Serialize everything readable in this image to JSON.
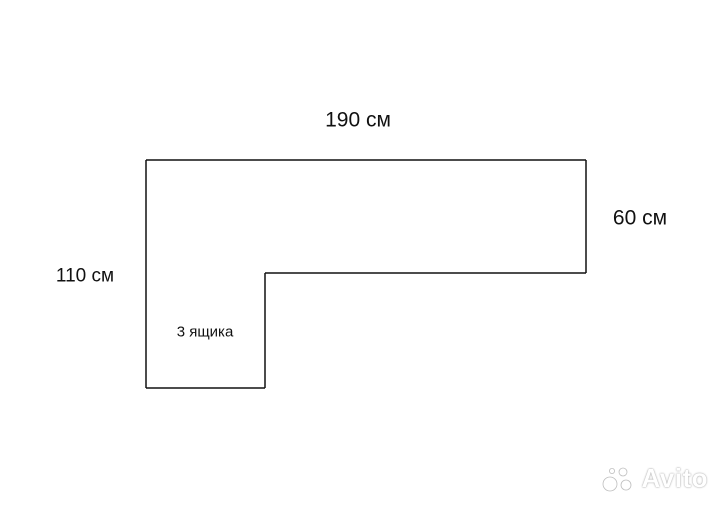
{
  "diagram": {
    "labels": {
      "top_width": "190 см",
      "right_depth": "60 см",
      "left_length": "110 см",
      "inner_note": "3 ящика"
    },
    "line_color": "#111111",
    "background_color": "#ffffff"
  },
  "watermark": {
    "brand": "Avito",
    "logo_icon": "avito-dots-icon"
  }
}
